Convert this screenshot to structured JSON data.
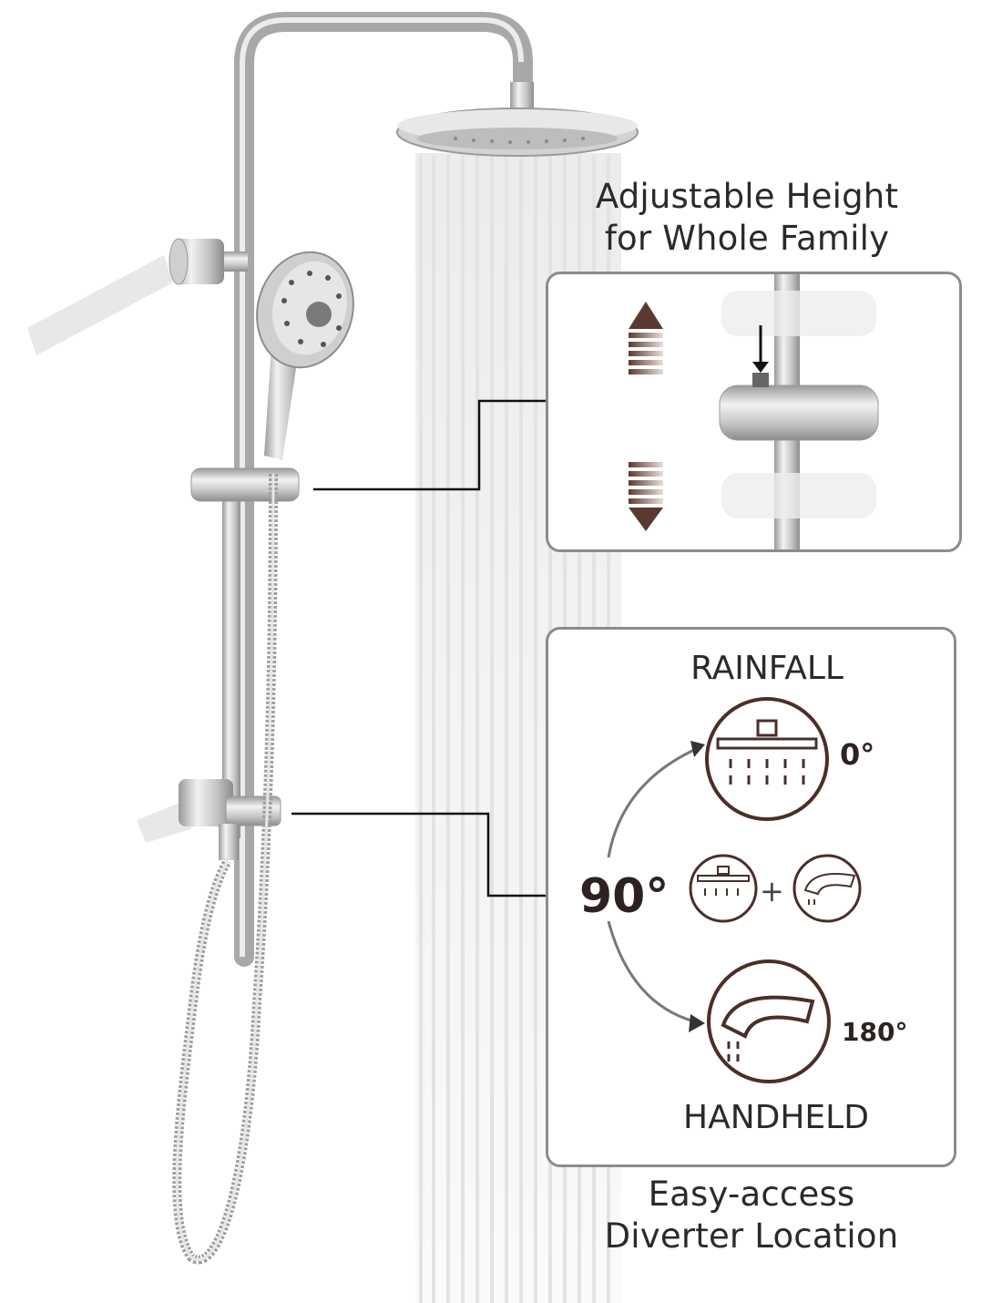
{
  "captions": {
    "height_line1": "Adjustable Height",
    "height_line2": "for Whole Family",
    "diverter_line1": "Easy-access",
    "diverter_line2": "Diverter Location"
  },
  "diverter_panel": {
    "rainfall_label": "RAINFALL",
    "rainfall_angle": "0°",
    "both_angle": "90°",
    "plus_sign": "+",
    "handheld_angle": "180°",
    "handheld_label": "HANDHELD"
  },
  "icons": [
    "shower-system",
    "slider-bracket",
    "up-arrow-icon",
    "down-arrow-icon",
    "rainfall-head-icon",
    "handheld-spout-icon"
  ],
  "colors": {
    "accent_brown": "#5a3a30",
    "panel_border": "#8c8c8c",
    "text": "#2a2a2a"
  }
}
